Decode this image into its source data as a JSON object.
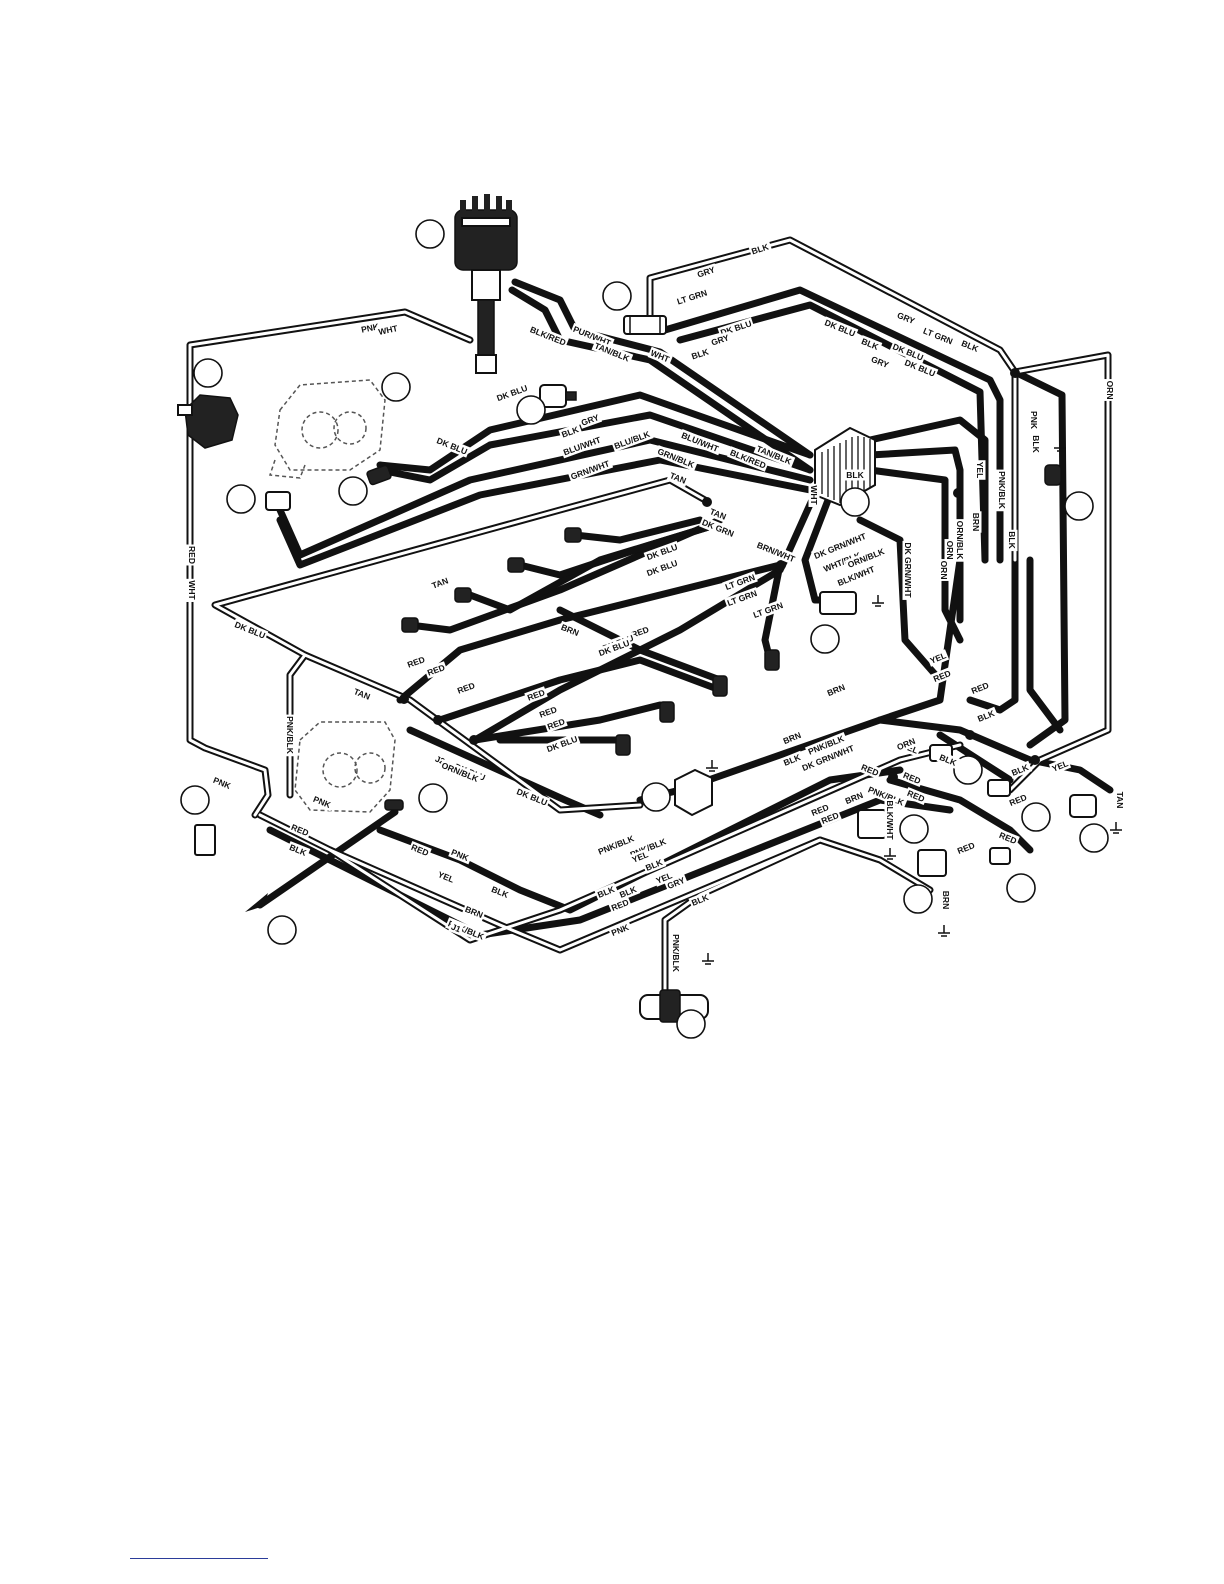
{
  "diagram": {
    "wire_labels": [
      "PNK",
      "WHT",
      "RED",
      "WHT",
      "BLK/RED",
      "PUR/WHT",
      "TAN/BLK",
      "WHT",
      "GRY",
      "BLK",
      "LT GRN",
      "GRY",
      "LT GRN",
      "BLK",
      "DK BLU",
      "GRY",
      "BLK",
      "DK BLU",
      "BLK",
      "DK BLU",
      "GRY",
      "DK BLU",
      "BLU/WHT",
      "BLK/RED",
      "TAN/BLK",
      "GRN/WHT",
      "BLU/BLK",
      "BLU/WHT",
      "GRN/BLK",
      "TAN",
      "TAN",
      "DK GRN",
      "DK BLU",
      "BLK",
      "GRY",
      "DK BLU",
      "WHT",
      "BRN/WHT",
      "DK GRN/WHT",
      "WHT/BLK",
      "ORN/BLK",
      "BLK/WHT",
      "DK GRN/WHT",
      "ORN",
      "YEL",
      "BRN",
      "ORN/BLK",
      "PNK/BLK",
      "BLK",
      "ORN",
      "PNK",
      "BLK",
      "ORN",
      "DK BLU",
      "LT GRN",
      "LT GRN",
      "LT GRN",
      "DK BLU",
      "RED",
      "DK BLU",
      "DK BLU",
      "TAN",
      "RED",
      "RED",
      "RED",
      "RED",
      "RED",
      "RED",
      "DK BLU",
      "DK BLU",
      "TAN",
      "PNK/BLK",
      "DK BLU",
      "DK BLU",
      "BRN",
      "PNK/BLK",
      "BLK",
      "BRN",
      "PNK/BLK",
      "DK GRN/WHT",
      "BLK",
      "BRN",
      "YEL",
      "RED",
      "BLK",
      "YEL",
      "ORN",
      "YEL",
      "BLK",
      "RED",
      "RED",
      "RED",
      "RED",
      "RED",
      "RED",
      "BLK",
      "PNK/BLK",
      "BLK/WHT",
      "RED",
      "BRN",
      "PNK",
      "RED",
      "PNK",
      "BLK",
      "RED",
      "PNK",
      "YEL",
      "BLK",
      "BRN",
      "PNK/BLK",
      "RED",
      "BLK",
      "YEL",
      "PNK",
      "GRY",
      "BLK",
      "RED",
      "BRN",
      "RED",
      "TAN",
      "PNK/BLK",
      "BLK",
      "J1",
      "J2",
      "ORN/BLK",
      "PNK/BLK",
      "YEL",
      "BLK"
    ]
  },
  "colors": {
    "line": "#111111",
    "background": "#ffffff",
    "footer_rule": "#2b3c9a"
  }
}
